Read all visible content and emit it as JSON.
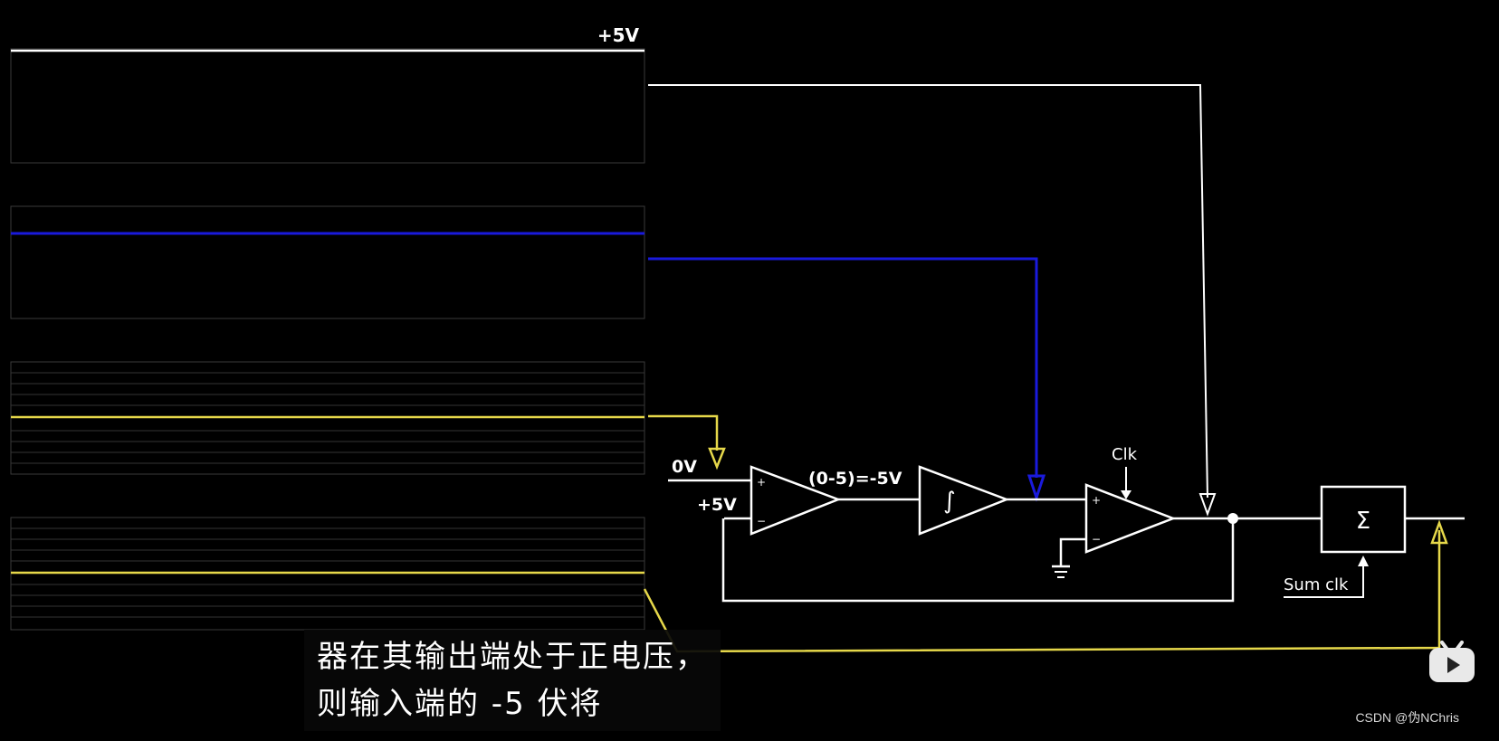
{
  "diagram": {
    "plot_label_top": "+5V",
    "label_0v": "0V",
    "label_plus5v": "+5V",
    "label_diff": "(0-5)=-5V",
    "label_integrator": "∫",
    "label_clk": "Clk",
    "label_sum": "Σ",
    "label_sum_clk": "Sum clk",
    "opamp_plus": "+",
    "opamp_minus": "−"
  },
  "subtitle": {
    "line1": "器在其输出端处于正电压，",
    "line2": "则输入端的 -5 伏将"
  },
  "watermark": "CSDN @伪NChris",
  "colors": {
    "white": "#ffffff",
    "blue": "#1a1adc",
    "yellow": "#e6d84a",
    "grid": "#3a3a3a"
  }
}
